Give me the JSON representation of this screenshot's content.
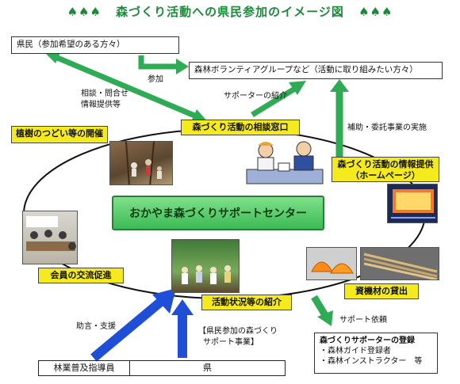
{
  "title": "森づくり活動への県民参加のイメージ図",
  "title_deco": "♠♠♠",
  "prefecture_citizens": "県民（参加希望のある方々）",
  "volunteer_groups": "森林ボランティアグループなど（活動に取り組みたい方々）",
  "center": "おかやま森づくりサポートセンター",
  "consult_window": "森づくり活動の相談窓口",
  "planting": "植樹のつどい等の開催",
  "info_provision_1": "森づくり活動の情報提供",
  "info_provision_2": "（ホームページ）",
  "member_exchange": "会員の交流促進",
  "activity_intro": "活動状況等の紹介",
  "equipment_lending": "資機材の貸出",
  "labels": {
    "participation": "参加",
    "consult_1": "相談・問合せ",
    "consult_2": "情報提供等",
    "supporter_intro": "サポーターの紹介",
    "subsidy": "補助・委託事業の実施",
    "advice": "助言・支援",
    "project_1": "【県民参加の森づくり",
    "project_2": "サポート事業】",
    "support_request": "サポート依頼"
  },
  "registration": {
    "title": "森づくりサポーターの登録",
    "item1": "・森林ガイド登録者",
    "item2": "・森林インストラクター　等"
  },
  "bottom": {
    "forestry_instructor": "林業普及指導員",
    "prefecture": "県"
  },
  "colors": {
    "title_green": "#1c8a3a",
    "arrow_green": "#2faa55",
    "arrow_blue": "#1f4fd6",
    "box_yellow": "#f4ea1e",
    "center_green": "#4cc463"
  }
}
